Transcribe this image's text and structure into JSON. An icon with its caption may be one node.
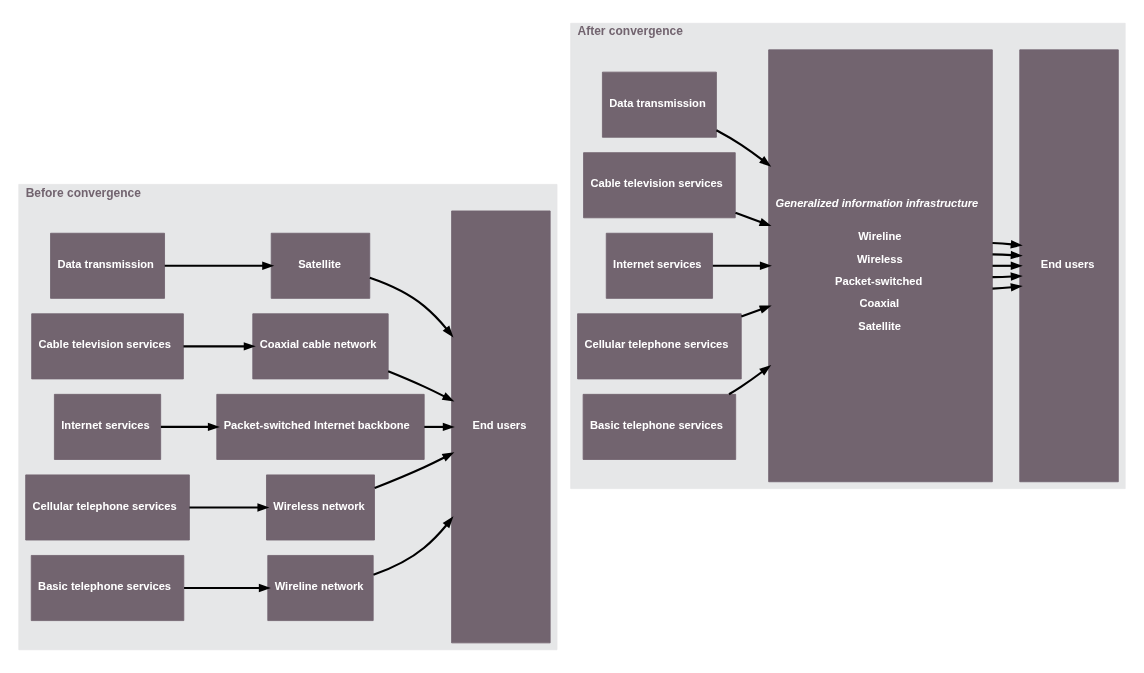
{
  "diagram": {
    "nodes": [
      {
        "text": [
          "Before convergence"
        ]
      },
      {
        "text": [
          "Basic telephone services"
        ],
        "in": 0
      },
      {
        "text": [
          "Wireline network"
        ],
        "in": 0
      },
      {
        "text": [
          "Cellular telephone services"
        ],
        "in": 0
      },
      {
        "text": [
          "Wireless network"
        ],
        "in": 0
      },
      {
        "text": [
          "Internet services"
        ],
        "in": 0
      },
      {
        "text": [
          "Packet-switched Internet backbone"
        ],
        "in": 0
      },
      {
        "text": [
          "Cable television services"
        ],
        "in": 0
      },
      {
        "text": [
          "Coaxial cable network"
        ],
        "in": 0
      },
      {
        "text": [
          "Data transmission"
        ],
        "in": 0
      },
      {
        "text": [
          "Satellite"
        ],
        "in": 0
      },
      {
        "text": [
          "End users"
        ],
        "in": 0
      },
      {
        "text": [
          "After convergence"
        ]
      },
      {
        "text": [
          "Basic telephone services"
        ],
        "in": 12
      },
      {
        "text": [
          "Cellular telephone services"
        ],
        "in": 12
      },
      {
        "text": [
          "Internet services"
        ],
        "in": 12
      },
      {
        "text": [
          "Cable television services"
        ],
        "in": 12
      },
      {
        "text": [
          "Data transmission"
        ],
        "in": 12
      },
      {
        "text": [
          "Generalized information infrastructure",
          "Wireline",
          "Wireless",
          "Packet-switched",
          "Coaxial",
          "Satellite"
        ],
        "in": 12
      },
      {
        "text": [
          "End users"
        ],
        "in": 12
      }
    ],
    "edges": [
      {
        "from": 1,
        "to": 2,
        "arrow": "to"
      },
      {
        "from": 3,
        "to": 4,
        "arrow": "to"
      },
      {
        "from": 5,
        "to": 6,
        "arrow": "to"
      },
      {
        "from": 7,
        "to": 8,
        "arrow": "to"
      },
      {
        "from": 9,
        "to": 10,
        "arrow": "to"
      },
      {
        "from": 2,
        "to": 11,
        "arrow": "to"
      },
      {
        "from": 4,
        "to": 11,
        "arrow": "to"
      },
      {
        "from": 6,
        "to": 11,
        "arrow": "to"
      },
      {
        "from": 8,
        "to": 11,
        "arrow": "to"
      },
      {
        "from": 10,
        "to": 11,
        "arrow": "to"
      },
      {
        "from": 13,
        "to": 18,
        "arrow": "to"
      },
      {
        "from": 14,
        "to": 18,
        "arrow": "to"
      },
      {
        "from": 15,
        "to": 18,
        "arrow": "to"
      },
      {
        "from": 16,
        "to": 18,
        "arrow": "to"
      },
      {
        "from": 17,
        "to": 18,
        "arrow": "to"
      },
      {
        "from": 18,
        "to": 19,
        "arrow": "to"
      },
      {
        "from": 18,
        "to": 19,
        "arrow": "to"
      },
      {
        "from": 18,
        "to": 19,
        "arrow": "to"
      },
      {
        "from": 18,
        "to": 19,
        "arrow": "to"
      },
      {
        "from": 18,
        "to": 19,
        "arrow": "to"
      }
    ]
  }
}
